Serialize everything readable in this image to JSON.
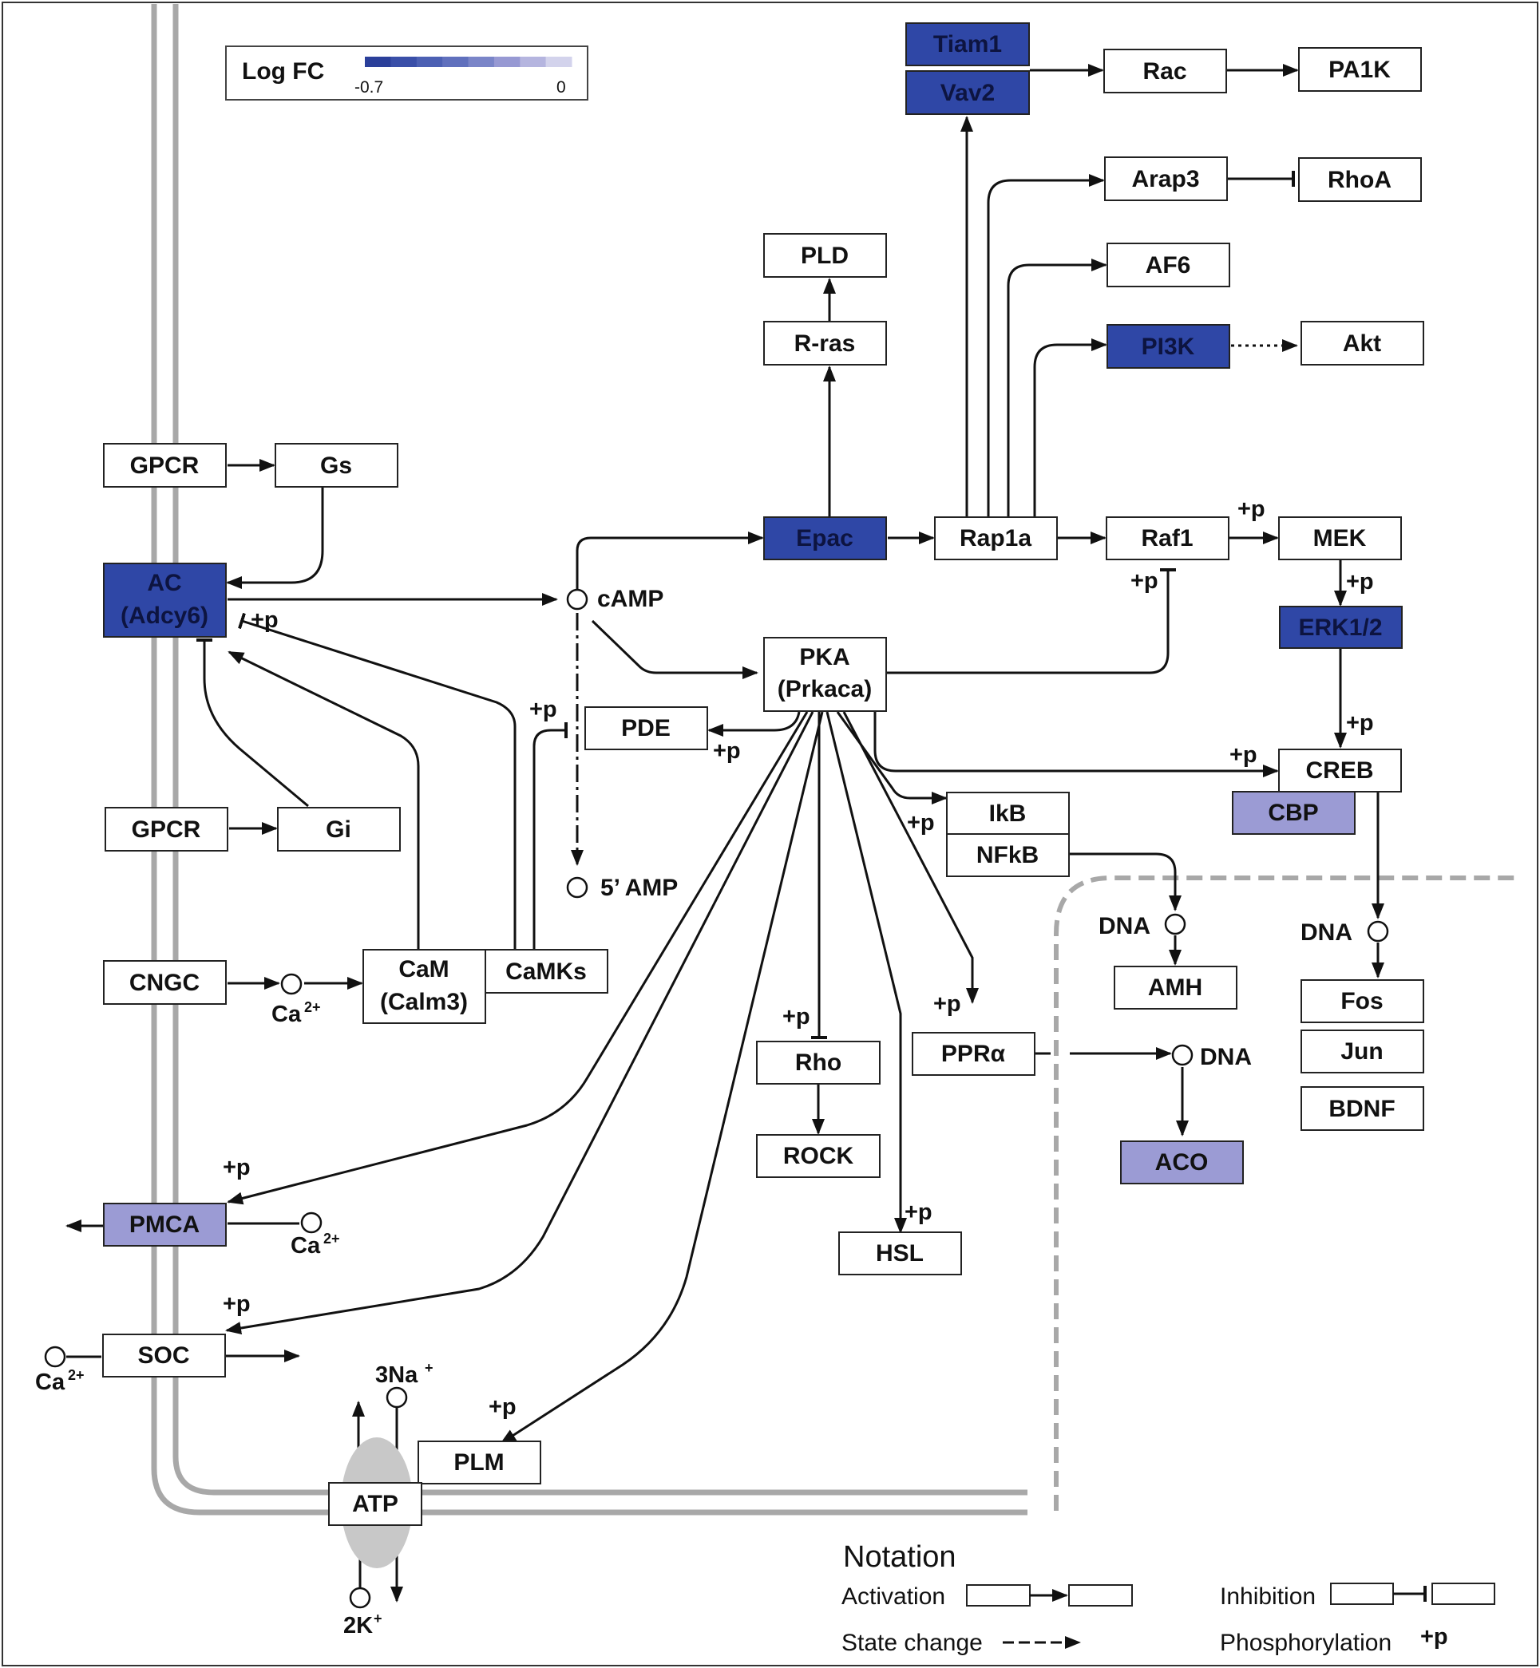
{
  "legend": {
    "title": "Log FC",
    "min_label": "-0.7",
    "max_label": "0",
    "colors": [
      "#2b3f9a",
      "#3a4fa8",
      "#4c60b3",
      "#6070bd",
      "#7a85c8",
      "#9799d3",
      "#b5b5df",
      "#d3d3ec"
    ]
  },
  "nodes": {
    "tiam1": "Tiam1",
    "vav2": "Vav2",
    "rac": "Rac",
    "pa1k": "PA1K",
    "arap3": "Arap3",
    "rhoa": "RhoA",
    "pld": "PLD",
    "af6": "AF6",
    "rras": "R-ras",
    "pi3k": "PI3K",
    "akt": "Akt",
    "gpcr1": "GPCR",
    "gs": "Gs",
    "ac_1": "AC",
    "ac_2": "(Adcy6)",
    "epac": "Epac",
    "rap1a": "Rap1a",
    "raf1": "Raf1",
    "mek": "MEK",
    "erk": "ERK1/2",
    "camp": "cAMP",
    "pka_1": "PKA",
    "pka_2": "(Prkaca)",
    "pde": "PDE",
    "creb": "CREB",
    "cbp": "CBP",
    "ikb": "IkB",
    "nfkb": "NFkB",
    "gpcr2": "GPCR",
    "gi": "Gi",
    "amp": "5’ AMP",
    "cngc": "CNGC",
    "cam_1": "CaM",
    "cam_2": "(Calm3)",
    "camks": "CaMKs",
    "dna1": "DNA",
    "amh": "AMH",
    "dna2": "DNA",
    "fos": "Fos",
    "jun": "Jun",
    "bdnf": "BDNF",
    "rho": "Rho",
    "rock": "ROCK",
    "ppra": "PPRα",
    "dna3": "DNA",
    "aco": "ACO",
    "pmca": "PMCA",
    "hsl": "HSL",
    "soc": "SOC",
    "plm": "PLM",
    "atp": "ATP"
  },
  "ions": {
    "ca": "Ca",
    "ca_sup": "2+",
    "na": "3Na",
    "na_sup": "+",
    "k": "2K",
    "k_sup": "+"
  },
  "phospho_label": "+p",
  "notation": {
    "title": "Notation",
    "activation": "Activation",
    "inhibition": "Inhibition",
    "state_change": "State change",
    "phosphorylation": "Phosphorylation",
    "phospho_symbol": "+p"
  }
}
